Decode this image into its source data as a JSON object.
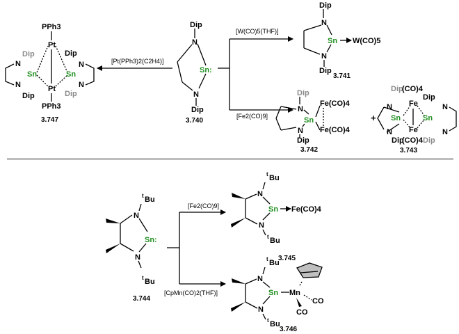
{
  "colors": {
    "tin": "#1f8f1f",
    "dip_faded": "#8a8a8a",
    "divider": "#bdbdbd"
  },
  "labels": {
    "dip": "Dip",
    "n": "N",
    "sn": "Sn",
    "sn_colon": "Sn:",
    "pt": "Pt",
    "fe": "Fe",
    "mn": "Mn",
    "tbu": "tBu",
    "t": "t",
    "bu": "Bu",
    "pph3": "PPh3",
    "co": "CO",
    "co4": "(CO)4",
    "plus": "+"
  },
  "reagents": {
    "w": "[W(CO)5(THF)]",
    "fe2_top": "[Fe2(CO)9]",
    "pt": "[Pt(PPh3)2(C2H4)]",
    "fe2_bottom": "[Fe2(CO)9]",
    "mn": "[CpMn(CO)2(THF)]"
  },
  "groups": {
    "w_co5": "W(CO)5",
    "fe_co4": "Fe(CO)4"
  },
  "compounds": {
    "c740": "3.740",
    "c741": "3.741",
    "c742": "3.742",
    "c743": "3.743",
    "c744": "3.744",
    "c745": "3.745",
    "c746": "3.746",
    "c747": "3.747"
  }
}
